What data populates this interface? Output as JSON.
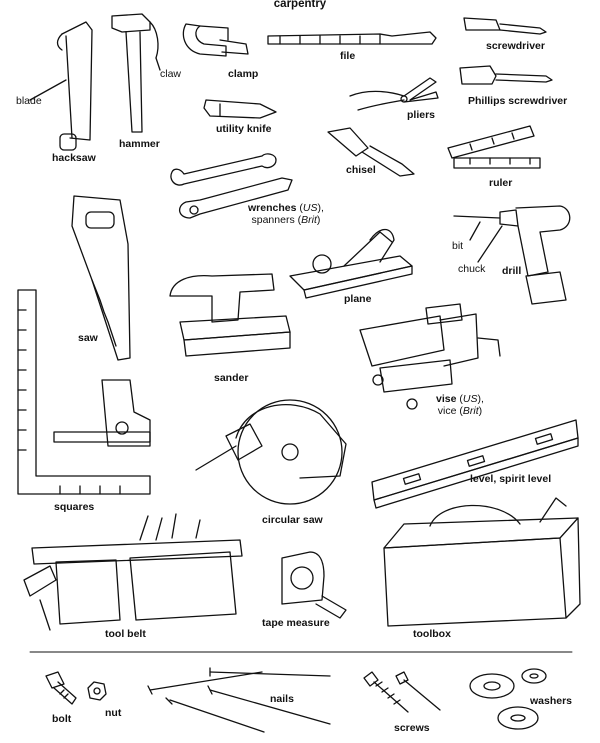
{
  "title": "carpentry",
  "labels": {
    "blade": "blade",
    "hacksaw": "hacksaw",
    "hammer": "hammer",
    "claw": "claw",
    "clamp": "clamp",
    "file": "file",
    "screwdriver": "screwdriver",
    "phillips_screwdriver": "Phillips screwdriver",
    "pliers": "pliers",
    "utility_knife": "utility knife",
    "chisel": "chisel",
    "ruler": "ruler",
    "bit": "bit",
    "chuck": "chuck",
    "drill": "drill",
    "saw": "saw",
    "plane": "plane",
    "sander": "sander",
    "squares": "squares",
    "circular_saw": "circular saw",
    "level": "level, spirit level",
    "tool_belt": "tool belt",
    "tape_measure": "tape measure",
    "toolbox": "toolbox",
    "bolt": "bolt",
    "nut": "nut",
    "nails": "nails",
    "screws": "screws",
    "washers": "washers"
  },
  "wrenches": {
    "line1_term": "wrenches",
    "line1_note": "US",
    "line2_term": "spanners",
    "line2_note": "Brit"
  },
  "vise": {
    "line1_term": "vise",
    "line1_note": "US",
    "line2_term": "vice",
    "line2_note": "Brit"
  }
}
